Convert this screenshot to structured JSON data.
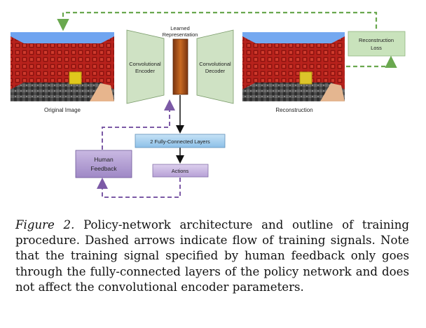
{
  "figure": {
    "original_image_label": "Original Image",
    "reconstruction_label": "Reconstruction",
    "encoder_label_line1": "Convolutional",
    "encoder_label_line2": "Encoder",
    "decoder_label_line1": "Convolutional",
    "decoder_label_line2": "Decoder",
    "learned_rep_line1": "Learned",
    "learned_rep_line2": "Representation",
    "reconstruction_loss_line1": "Reconstruction",
    "reconstruction_loss_line2": "Loss",
    "fc_layers_label": "2 Fully-Connected Layers",
    "actions_label": "Actions",
    "human_feedback_line1": "Human",
    "human_feedback_line2": "Feedback",
    "colors": {
      "green_arrow": "#6aa84f",
      "purple_arrow": "#7c5aa6",
      "encoder_fill": "#cfe2c4",
      "fc_fill": "#a8d0ee",
      "actions_fill": "#cbb8e0",
      "human_fill": "#b7a4d3",
      "loss_fill": "#c9e3bc",
      "learned_rep_fill": "#b8541a"
    }
  },
  "caption": {
    "label": "Figure 2.",
    "text": "Policy-network architecture and outline of training procedure. Dashed arrows indicate flow of training signals. Note that the training signal specified by human feedback only goes through the fully-connected layers of the policy network and does not affect the convolutional encoder parameters."
  }
}
